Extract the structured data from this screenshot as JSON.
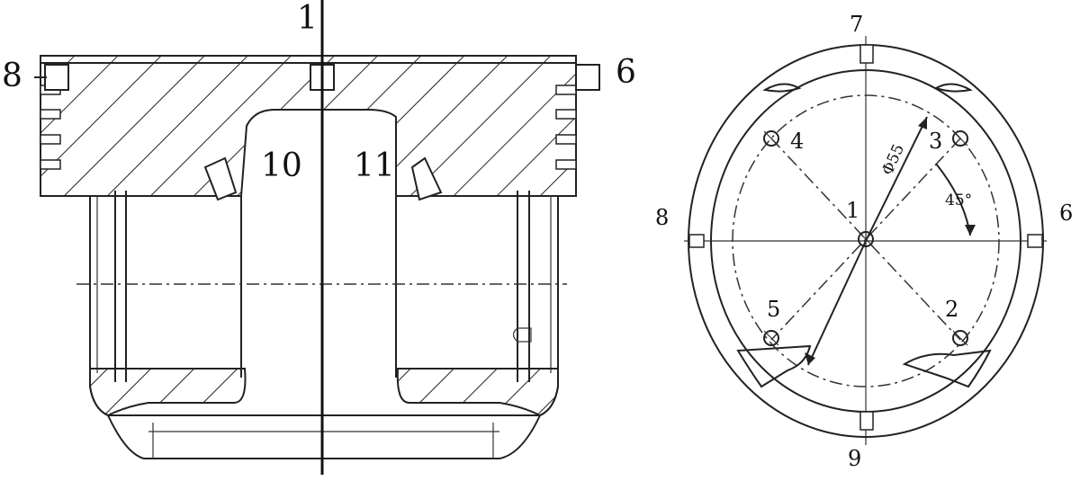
{
  "section_view": {
    "labels": {
      "top_axis": "1",
      "left_groove": "8",
      "right_groove": "6",
      "left_hole": "10",
      "right_hole": "11"
    }
  },
  "top_view": {
    "labels": {
      "top": "7",
      "bottom": "9",
      "left": "8",
      "right": "6",
      "center": "1",
      "p2": "2",
      "p3": "3",
      "p4": "4",
      "p5": "5"
    },
    "diameter": "Φ55",
    "angle": "45°"
  }
}
